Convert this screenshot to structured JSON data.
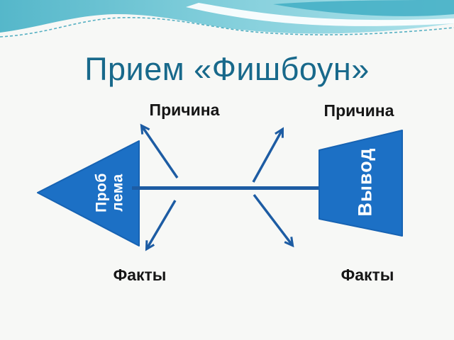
{
  "slide": {
    "title": "Прием «Фишбоун»",
    "title_color": "#18698b",
    "background_color": "#f7f8f6"
  },
  "wave": {
    "teal_left": "#55b7ca",
    "teal_mid": "#7fcdda",
    "teal_right": "#aee2ea",
    "dark_stripe": "#41aec4",
    "dashed_line_color": "#2d9db5"
  },
  "diagram": {
    "shape_fill": "#1c70c5",
    "shape_stroke": "#1763b3",
    "line_color": "#1d5ca3",
    "label_color": "#161616",
    "problem_line1": "Проб",
    "problem_line2": "лема",
    "conclusion_label": "Вывод",
    "cause_left": "Причина",
    "cause_right": "Причина",
    "facts_left": "Факты",
    "facts_right": "Факты"
  }
}
